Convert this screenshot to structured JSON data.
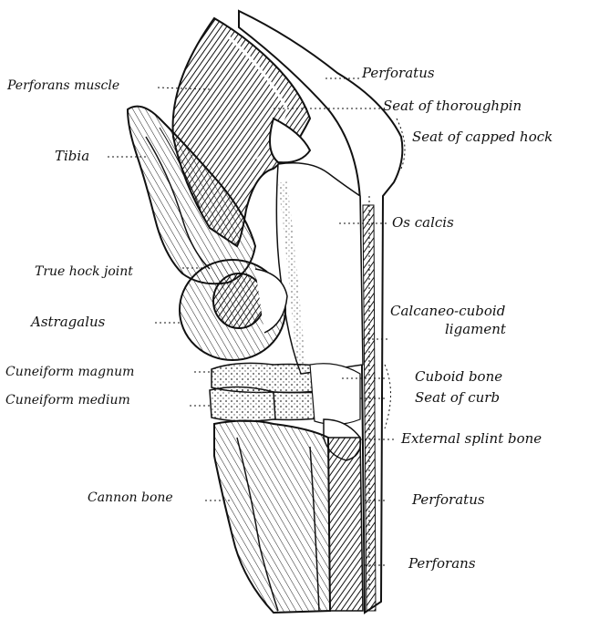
{
  "figure": {
    "labels": {
      "perforans_muscle": "Perforans muscle",
      "perforatus_top": "Perforatus",
      "seat_of_thoroughpin": "Seat of thoroughpin",
      "seat_of_capped_hock": "Seat of capped hock",
      "tibia": "Tibia",
      "os_calcis": "Os calcis",
      "true_hock_joint": "True hock joint",
      "astragalus": "Astragalus",
      "calcaneo_cuboid_line1": "Calcaneo-cuboid",
      "calcaneo_cuboid_line2": "ligament",
      "cuneiform_magnum": "Cuneiform magnum",
      "cuboid_bone": "Cuboid bone",
      "cuneiform_medium": "Cuneiform medium",
      "seat_of_curb": "Seat of curb",
      "external_splint_bone": "External splint bone",
      "cannon_bone": "Cannon bone",
      "perforatus_bottom": "Perforatus",
      "perforans_bottom": "Perforans"
    },
    "colors": {
      "ink": "#111111",
      "paper": "#ffffff"
    }
  }
}
